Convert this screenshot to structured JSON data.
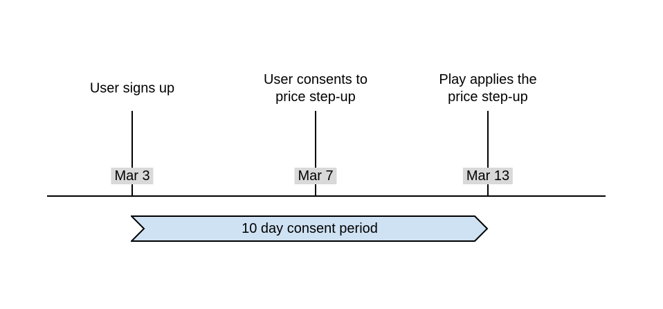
{
  "diagram": {
    "background": "#ffffff",
    "line_color": "#000000",
    "events": [
      {
        "label_lines": [
          "User signs up"
        ],
        "date": "Mar 3"
      },
      {
        "label_lines": [
          "User consents to",
          "price step-up"
        ],
        "date": "Mar 7"
      },
      {
        "label_lines": [
          "Play applies the",
          "price step-up"
        ],
        "date": "Mar 13"
      }
    ],
    "date_label_bg": "#d9d9d9",
    "banner": {
      "label": "10 day consent period",
      "fill": "#cfe2f3",
      "border": "#000000"
    }
  }
}
